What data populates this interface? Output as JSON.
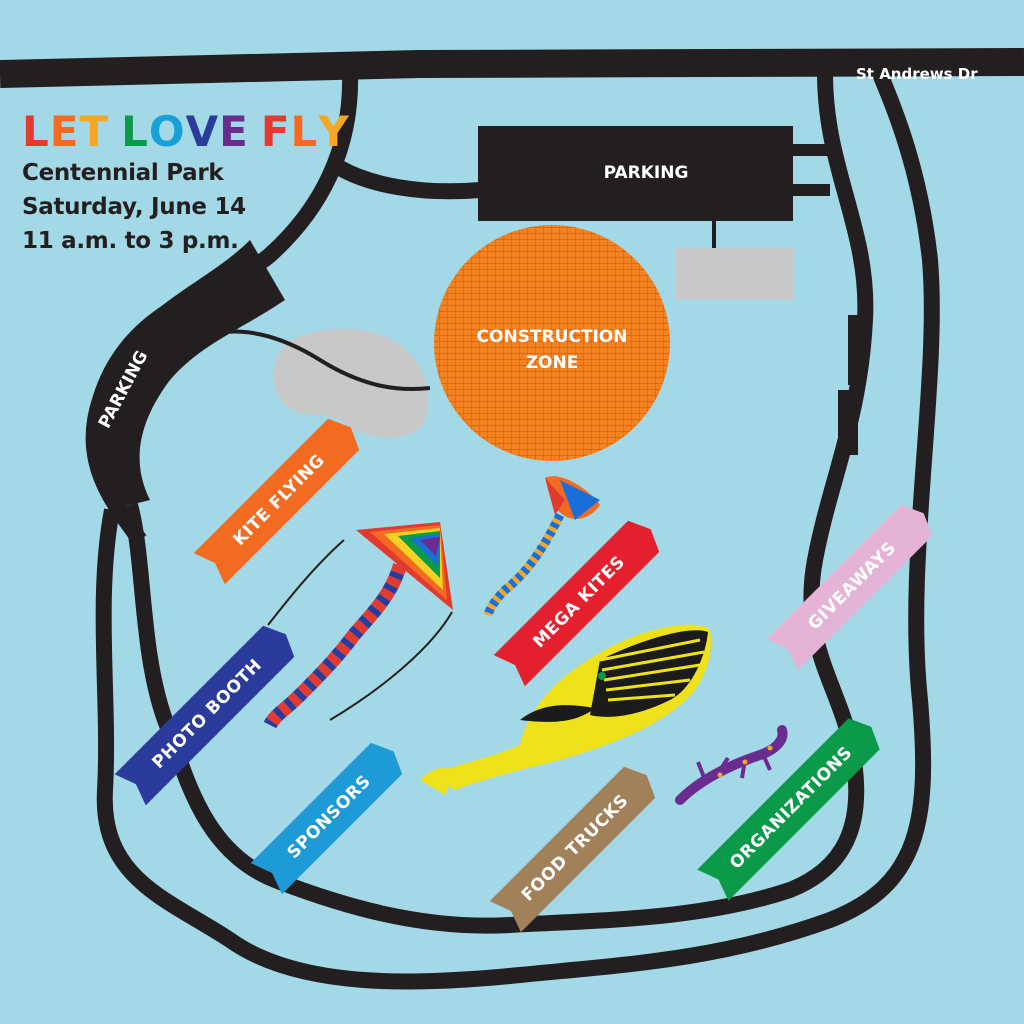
{
  "event": {
    "title_words": [
      {
        "text": "LET",
        "colors": [
          "#e23a2e",
          "#f26b21",
          "#f5a623"
        ]
      },
      {
        "text": "LOVE",
        "colors": [
          "#0a9a4a",
          "#1aa0d8",
          "#2a3b9c",
          "#6a2d8f"
        ]
      },
      {
        "text": "FLY",
        "colors": [
          "#e23a2e",
          "#f26b21",
          "#f5a623"
        ]
      }
    ],
    "location": "Centennial Park",
    "date": "Saturday, June 14",
    "time": "11 a.m. to 3 p.m."
  },
  "roads": {
    "street_name": "St Andrews Dr",
    "color": "#231f20"
  },
  "lots": {
    "top_parking": "PARKING",
    "left_parking": "PARKING"
  },
  "construction": {
    "line1": "CONSTRUCTION",
    "line2": "ZONE",
    "color": "#f58220"
  },
  "areas": {
    "kite_flying": {
      "label": "KITE FLYING",
      "color": "#f26b21"
    },
    "mega_kites": {
      "label": "MEGA KITES",
      "color": "#e5202e"
    },
    "giveaways": {
      "label": "GIVEAWAYS",
      "color": "#e4b3d6"
    },
    "photo_booth": {
      "label": "PHOTO BOOTH",
      "color": "#2a3b9c"
    },
    "sponsors": {
      "label": "SPONSORS",
      "color": "#1e9ad6"
    },
    "food_trucks": {
      "label": "FOOD TRUCKS",
      "color": "#a2805a"
    },
    "organizations": {
      "label": "ORGANIZATIONS",
      "color": "#0a9a4a"
    }
  },
  "icons": {
    "rainbow_kite": "rainbow-diamond-kite-icon",
    "mega_kite": "manta-ray-kite-icon",
    "whale_kite": "whale-kite-icon",
    "gecko_kite": "gecko-kite-icon"
  }
}
